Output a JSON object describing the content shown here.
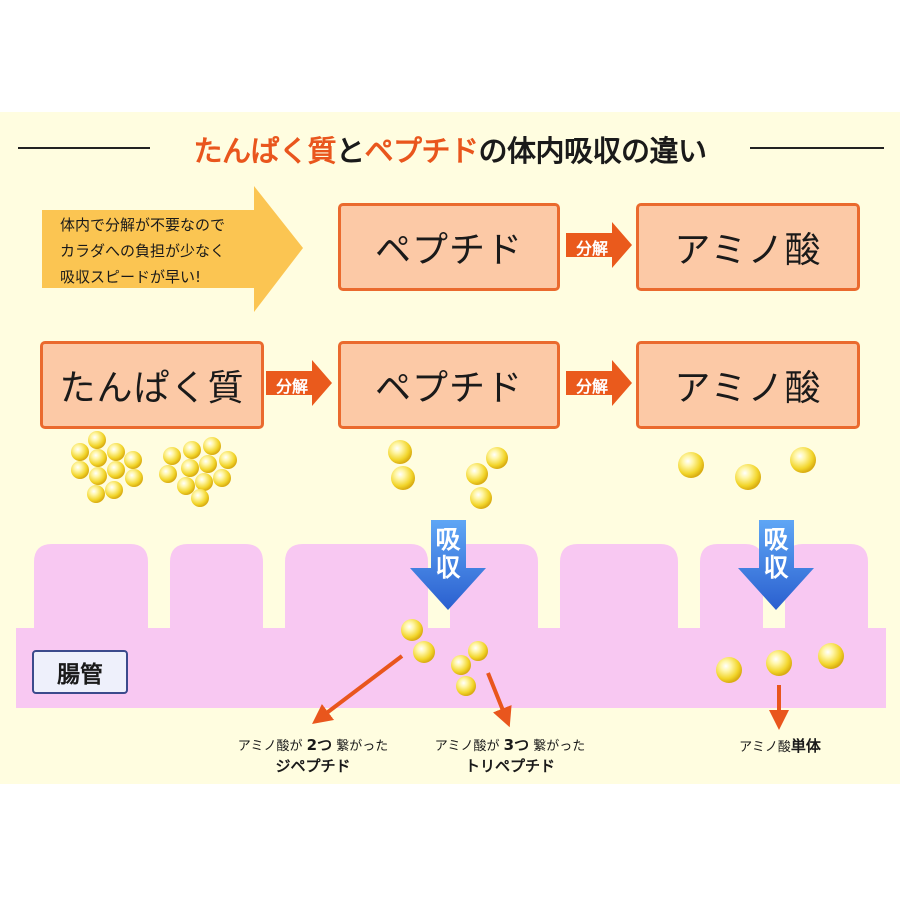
{
  "title": {
    "part1": "たんぱく質",
    "part2": "と",
    "part3": "ペプチド",
    "part4": "の体内吸収の違い"
  },
  "bubble": {
    "line1": "体内で分解が不要なので",
    "line2": "カラダへの負担が少なく",
    "line3": "吸収スピードが早い!"
  },
  "row1": {
    "box1": "ペプチド",
    "arrow1": "分解",
    "box2": "アミノ酸"
  },
  "row2": {
    "box1": "たんぱく質",
    "arrow1": "分解",
    "box2": "ペプチド",
    "arrow2": "分解",
    "box3": "アミノ酸"
  },
  "absorb": {
    "label1_top": "吸",
    "label1_bottom": "収",
    "label2_top": "吸",
    "label2_bottom": "収"
  },
  "intestine_label": "腸管",
  "captions": {
    "dipeptide_desc_pre": "アミノ酸が",
    "dipeptide_num": "2つ",
    "dipeptide_desc_post": "繋がった",
    "dipeptide_name": "ジペプチド",
    "tripeptide_desc_pre": "アミノ酸が",
    "tripeptide_num": "3つ",
    "tripeptide_desc_post": "繋がった",
    "tripeptide_name": "トリペプチド",
    "single_pre": "アミノ酸",
    "single_bold": "単体"
  },
  "colors": {
    "accent_orange": "#e9561d",
    "box_fill": "#fcc9a6",
    "box_border": "#ea6a2e",
    "bubble_arrow": "#fbc552",
    "absorb_arrow": "#3f7fe0",
    "intestine": "#f8c8f2",
    "molecule": "#f2d52a",
    "background": "#fffde0"
  }
}
